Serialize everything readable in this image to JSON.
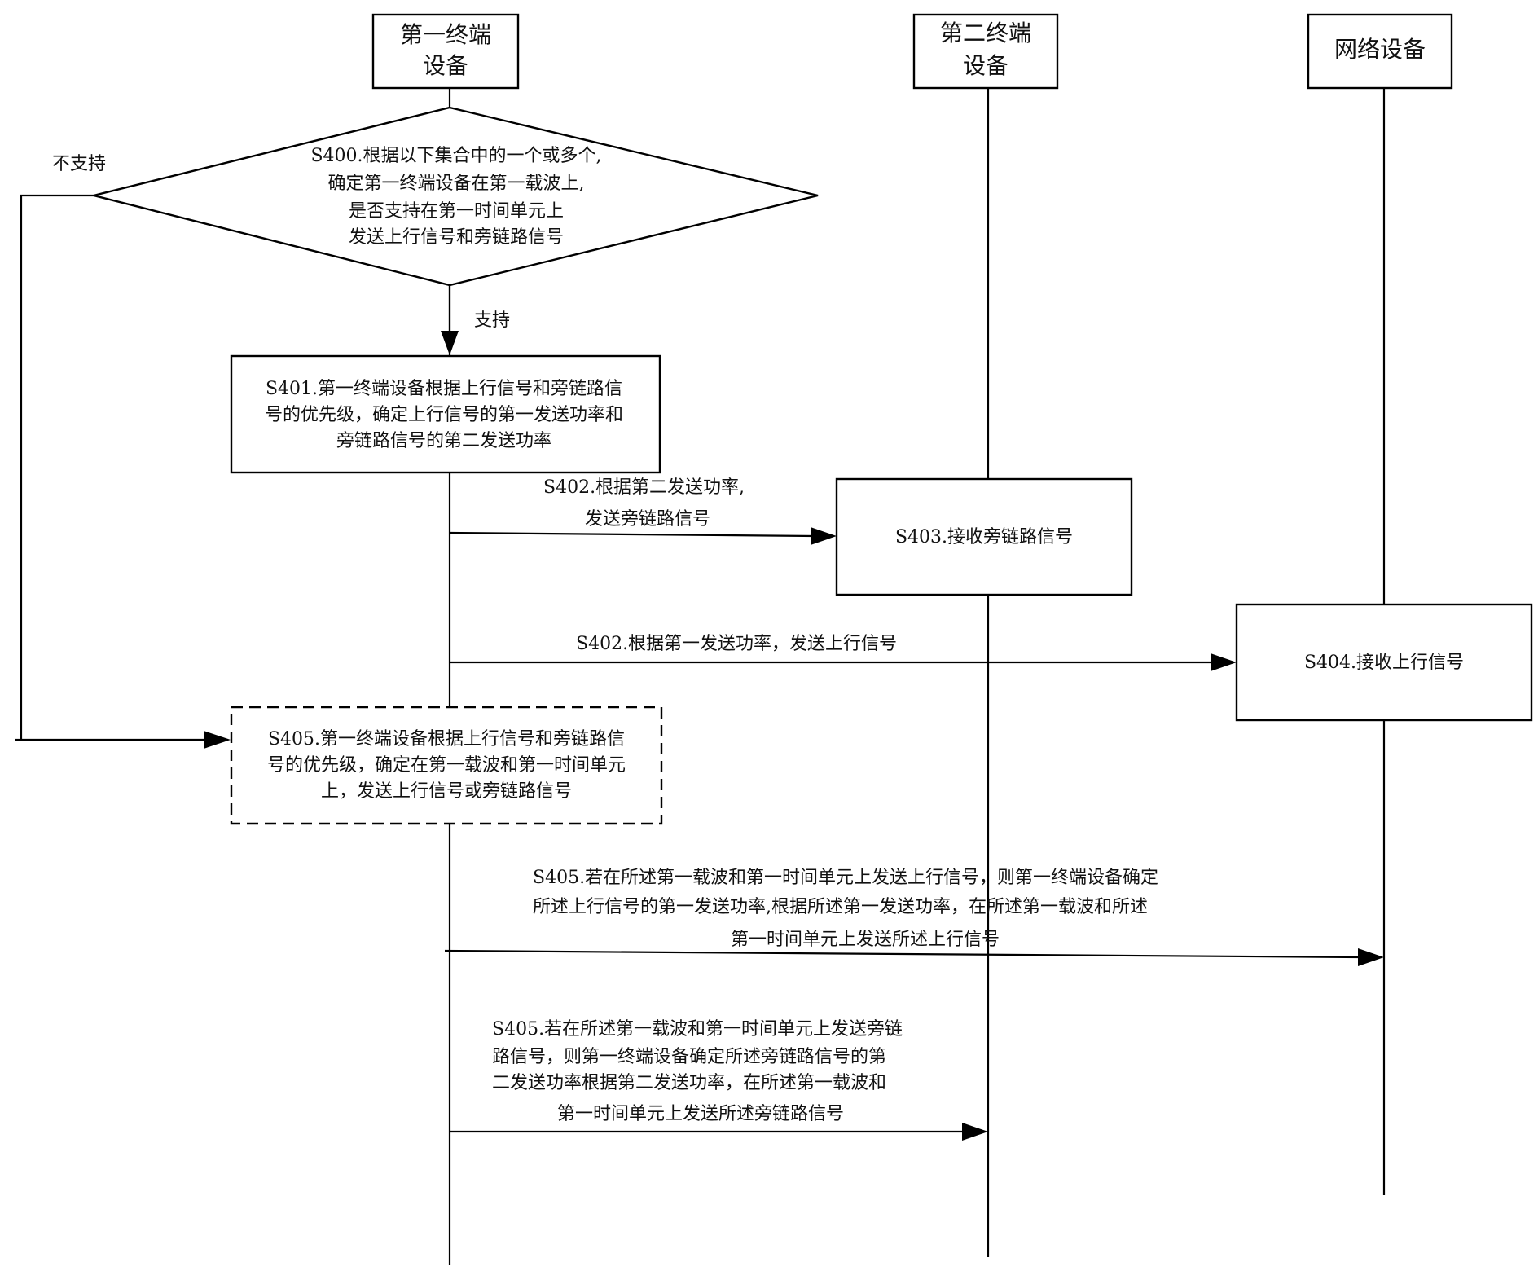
{
  "participants": [
    {
      "id": "terminal1",
      "lines": [
        "第一终端",
        "设备"
      ]
    },
    {
      "id": "terminal2",
      "lines": [
        "第二终端",
        "设备"
      ]
    },
    {
      "id": "network",
      "lines": [
        "网络设备"
      ]
    }
  ],
  "s400": {
    "lines": [
      "S400.根据以下集合中的一个或多个,",
      "确定第一终端设备在第一载波上,",
      "是否支持在第一时间单元上",
      "发送上行信号和旁链路信号"
    ],
    "no_label": "不支持",
    "yes_label": "支持"
  },
  "s401": {
    "lines": [
      "S401.第一终端设备根据上行信号和旁链路信",
      "号的优先级，确定上行信号的第一发送功率和",
      "旁链路信号的第二发送功率"
    ]
  },
  "s402_sidelink": {
    "lines": [
      "S402.根据第二发送功率,",
      "发送旁链路信号"
    ]
  },
  "s403": {
    "label": "S403.接收旁链路信号"
  },
  "s402_uplink": {
    "label": "S402.根据第一发送功率，发送上行信号"
  },
  "s404": {
    "label": "S404.接收上行信号"
  },
  "s405": {
    "lines": [
      "S405.第一终端设备根据上行信号和旁链路信",
      "号的优先级，确定在第一载波和第一时间单元",
      "上，发送上行信号或旁链路信号"
    ]
  },
  "s405_uplink": {
    "lines": [
      "S405.若在所述第一载波和第一时间单元上发送上行信号，则第一终端设备确定",
      "所述上行信号的第一发送功率,根据所述第一发送功率，在所述第一载波和所述",
      "第一时间单元上发送所述上行信号"
    ]
  },
  "s405_sidelink": {
    "lines": [
      "S405.若在所述第一载波和第一时间单元上发送旁链",
      "路信号，则第一终端设备确定所述旁链路信号的第",
      "二发送功率根据第二发送功率，在所述第一载波和",
      "第一时间单元上发送所述旁链路信号"
    ]
  }
}
